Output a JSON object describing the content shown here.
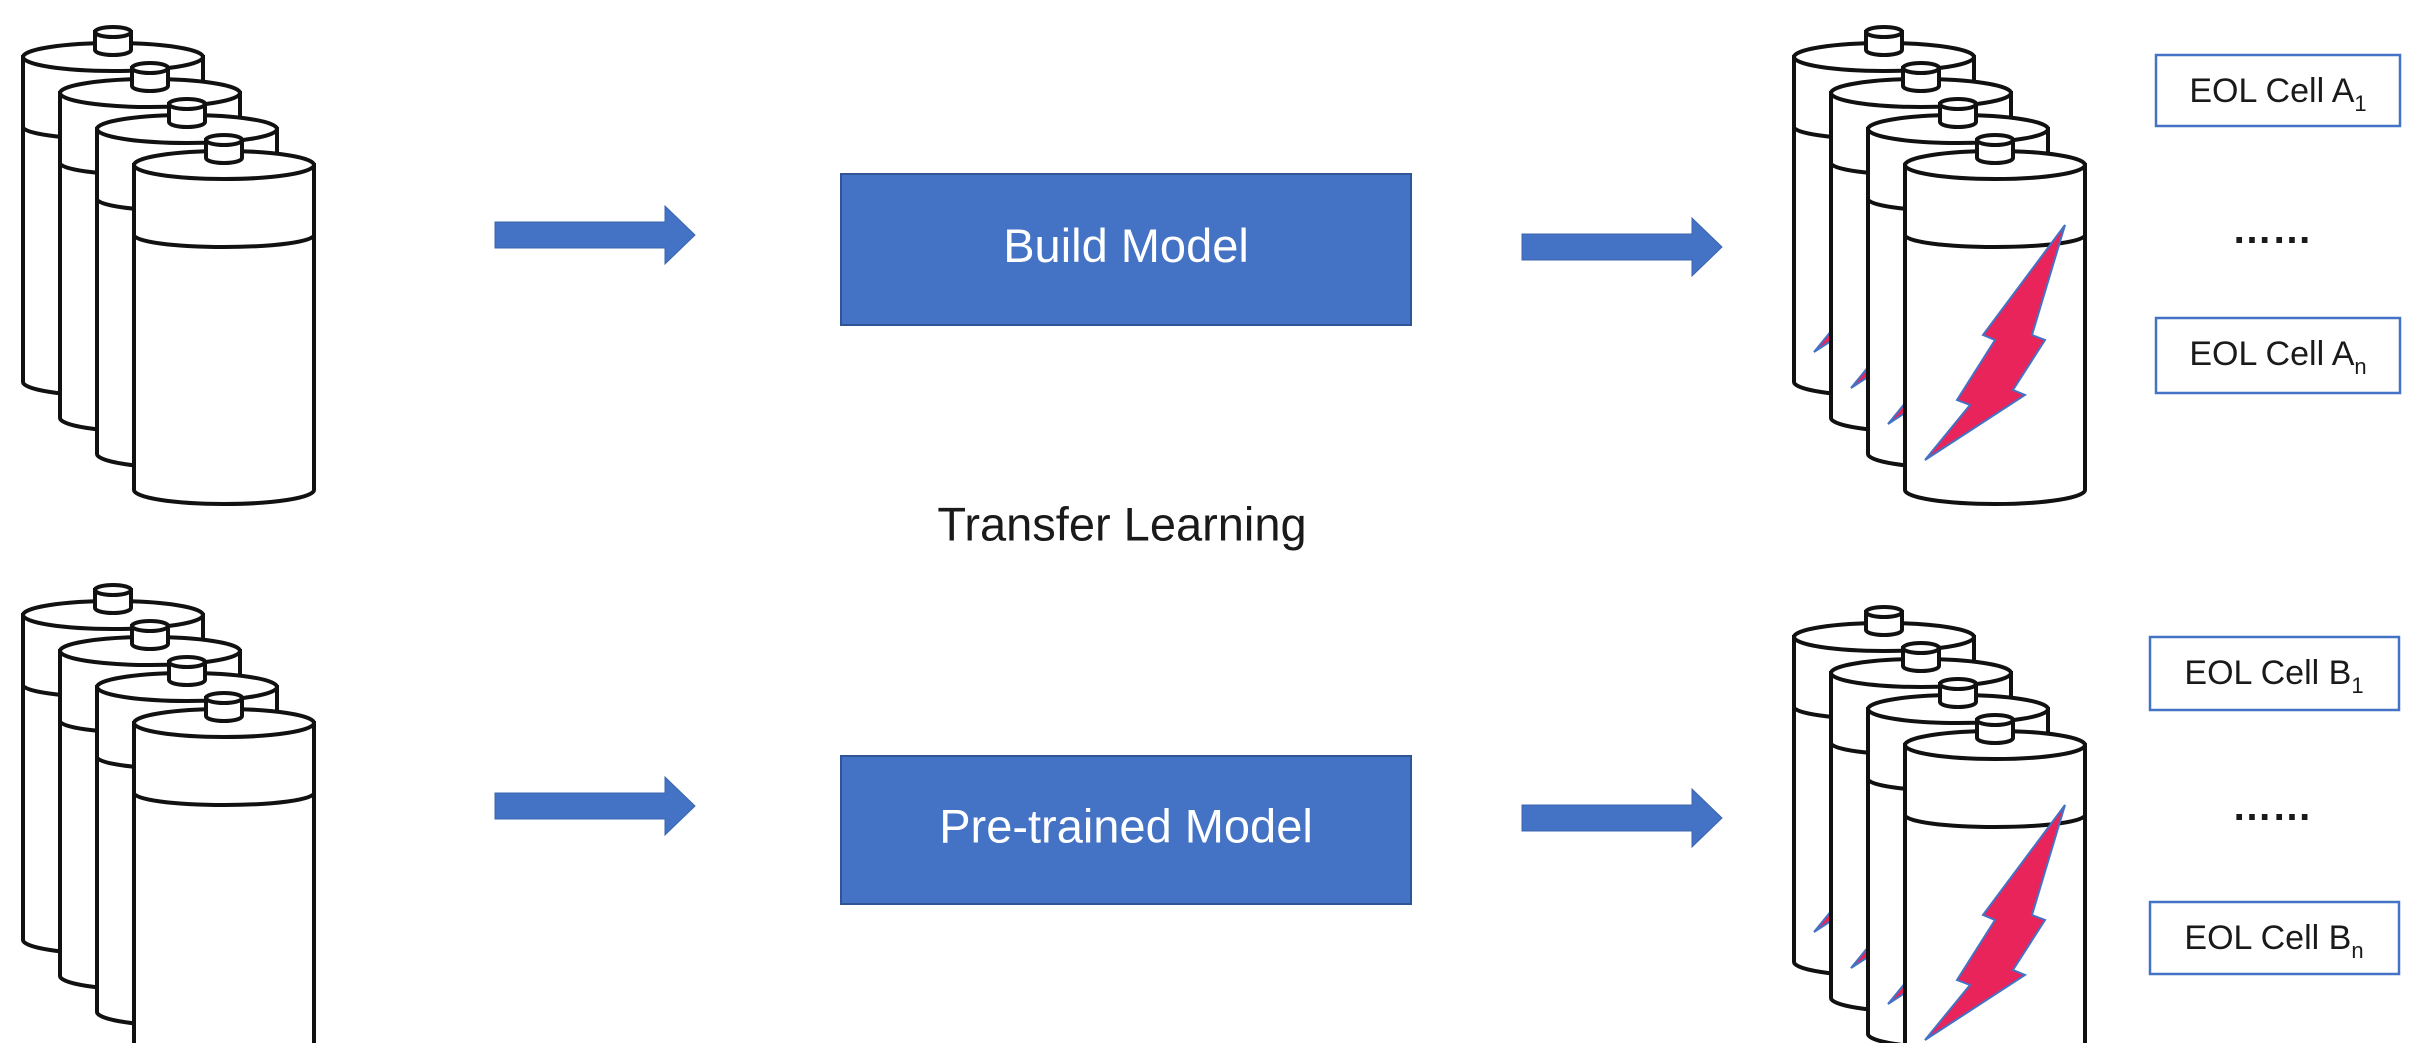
{
  "top_row": {
    "model_label": "Build Model",
    "outputs": [
      {
        "main": "EOL Cell A",
        "sub": "1"
      },
      {
        "main": "EOL Cell A",
        "sub": "n"
      }
    ],
    "ellipsis": "……"
  },
  "middle": {
    "label": "Transfer Learning"
  },
  "bottom_row": {
    "model_label": "Pre-trained Model",
    "outputs": [
      {
        "main": "EOL Cell B",
        "sub": "1"
      },
      {
        "main": "EOL Cell B",
        "sub": "n"
      }
    ],
    "ellipsis": "……"
  },
  "colors": {
    "model_box": "#4472C4",
    "arrow": "#4472C4",
    "lightning": "#E8245B",
    "label_border": "#4472C4"
  },
  "icons": {
    "input_stack": "battery-stack-icon",
    "output_stack": "degraded-battery-stack-icon"
  }
}
